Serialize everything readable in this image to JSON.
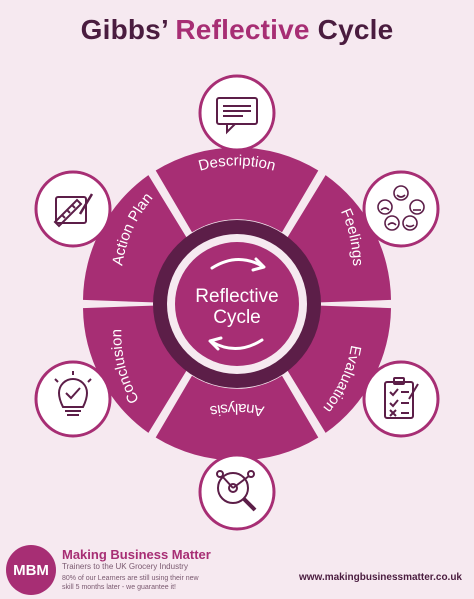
{
  "title": {
    "part1": "Gibbs’",
    "part2": "Reflective",
    "part3": "Cycle"
  },
  "center": {
    "line1": "Reflective",
    "line2": "Cycle"
  },
  "stages": [
    {
      "label": "Description",
      "icon": "speech-bubble-icon"
    },
    {
      "label": "Feelings",
      "icon": "emotion-faces-icon"
    },
    {
      "label": "Evaluation",
      "icon": "checklist-clipboard-icon"
    },
    {
      "label": "Analysis",
      "icon": "magnifying-glass-icon"
    },
    {
      "label": "Conclusion",
      "icon": "lightbulb-check-icon"
    },
    {
      "label": "Action Plan",
      "icon": "planning-tools-icon"
    }
  ],
  "colors": {
    "ring_main": "#a72e74",
    "ring_dark": "#5c1e48",
    "title_dark": "#4a1c3f",
    "background": "#f6e9f0"
  },
  "footer": {
    "logo": "MBM",
    "brand": "Making Business Matter",
    "tagline": "Trainers to the UK Grocery Industry",
    "claim": "80% of our Learners are still using their new skill 5 months later - we guarantee it!",
    "url": "www.makingbusinessmatter.co.uk"
  }
}
